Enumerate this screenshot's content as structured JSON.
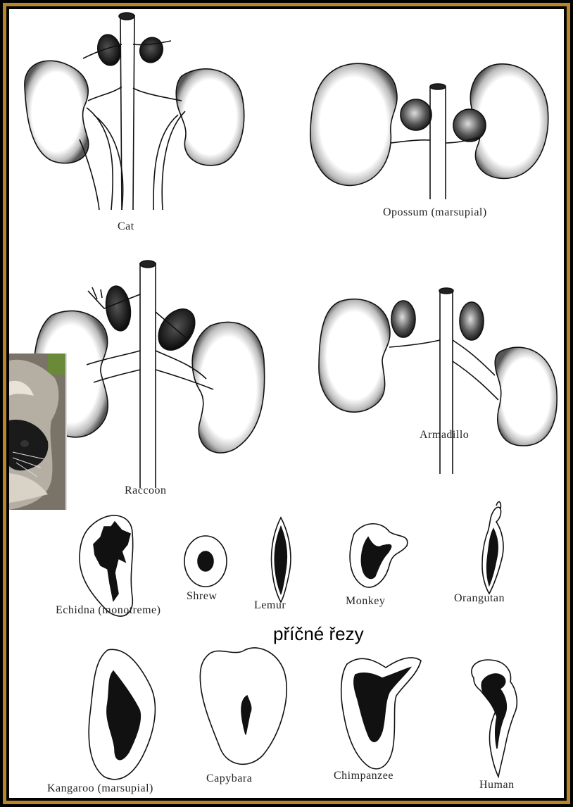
{
  "kidney_figures": [
    {
      "label": "Cat"
    },
    {
      "label": "Opossum (marsupial)"
    },
    {
      "label": "Raccoon"
    },
    {
      "label": "Armadillo"
    }
  ],
  "section_heading": "příčné řezy",
  "cross_sections": [
    {
      "label": "Echidna (monotreme)"
    },
    {
      "label": "Shrew"
    },
    {
      "label": "Lemur"
    },
    {
      "label": "Monkey"
    },
    {
      "label": "Orangutan"
    },
    {
      "label": "Kangaroo (marsupial)"
    },
    {
      "label": "Capybara"
    },
    {
      "label": "Chimpanzee"
    },
    {
      "label": "Human"
    }
  ],
  "photo": {
    "subject": "raccoon-photo"
  },
  "colors": {
    "frame_gold": "#b8862a",
    "ink": "#111111",
    "paper": "#ffffff"
  }
}
